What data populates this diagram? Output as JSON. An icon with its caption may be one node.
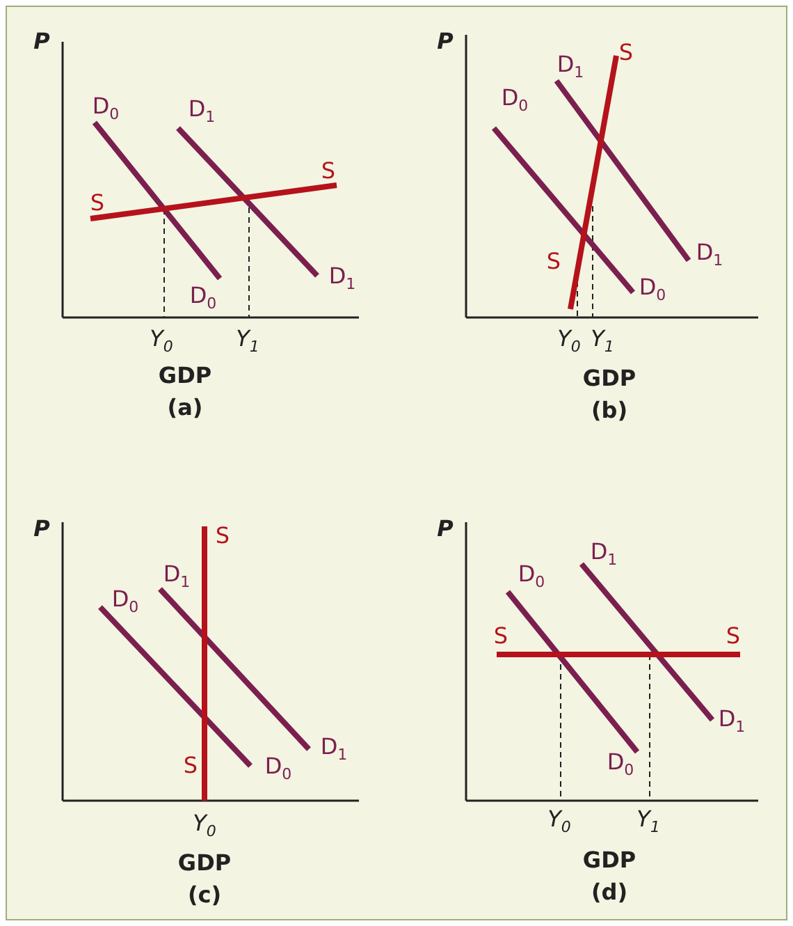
{
  "diagram": {
    "labels": [
      "P",
      "D$_{0}$",
      "D$_{1}$",
      "S",
      "S",
      "D$_{0}$",
      "D$_{1}$",
      "Y$_{0}$",
      "Y$_{1}$",
      "GDP",
      "(a)",
      "P",
      "D$_{1}$",
      "S",
      "D$_{0}$",
      "S",
      "D$_{1}$",
      "D$_{0}$",
      "Y$_{0}$",
      "Y$_{1}$",
      "GDP",
      "(b)",
      "P",
      "S",
      "D$_{1}$",
      "D$_{0}$",
      "D$_{1}$",
      "S",
      "D$_{0}$",
      "Y$_{0}$",
      "GDP",
      "(c)",
      "P",
      "D$_{1}$",
      "D$_{0}$",
      "S",
      "S",
      "D$_{1}$",
      "D$_{0}$",
      "Y$_{0}$",
      "Y$_{1}$",
      "GDP",
      "(d)"
    ]
  }
}
